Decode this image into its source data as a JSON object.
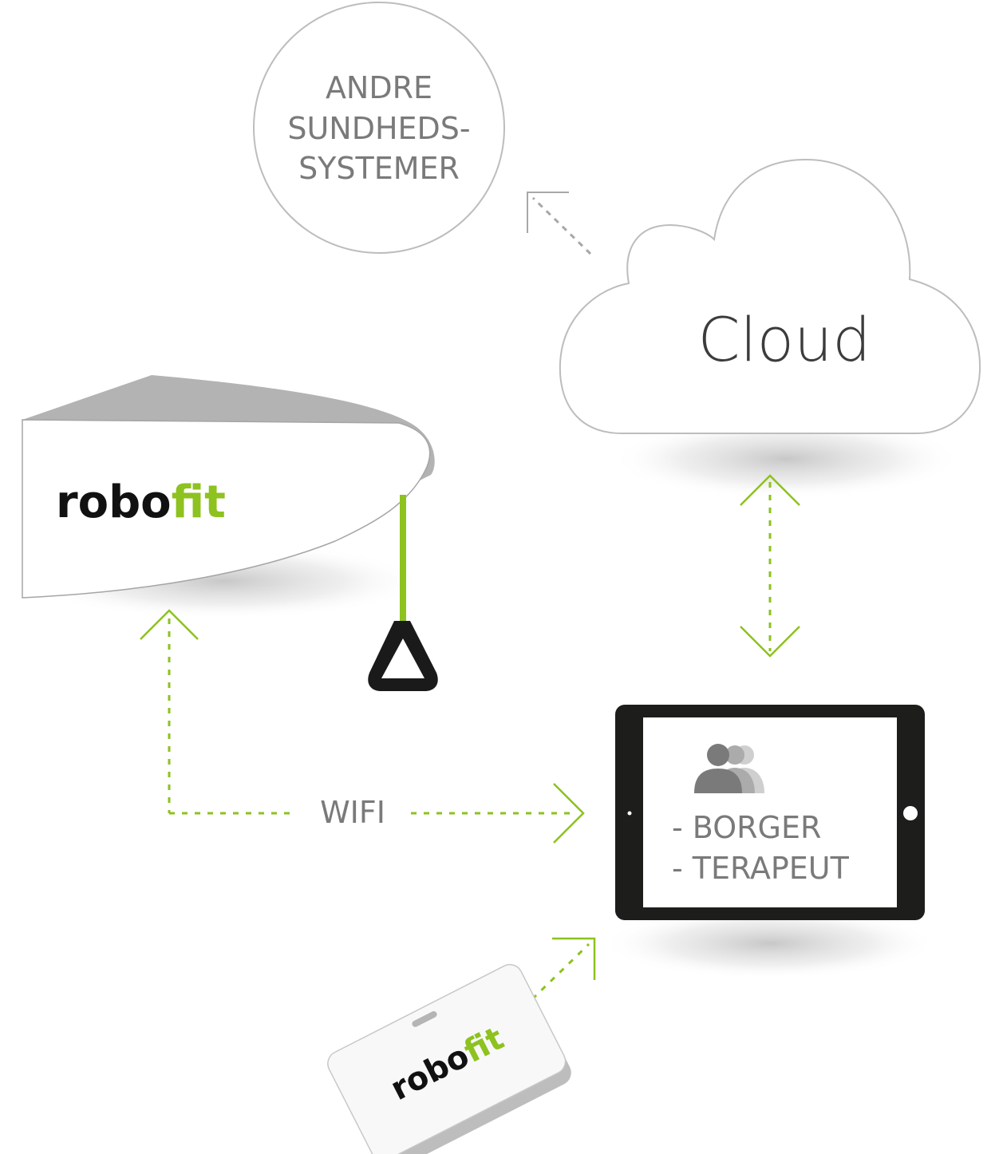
{
  "other_systems": {
    "lines": [
      "ANDRE",
      "SUNDHEDS-",
      "SYSTEMER"
    ]
  },
  "cloud": {
    "label": "Cloud"
  },
  "robot": {
    "logo_prefix": "robo",
    "logo_suffix": "fit"
  },
  "connection": {
    "label": "WIFI"
  },
  "tablet": {
    "users_icon": "users-icon",
    "lines": [
      "- BORGER",
      "- TERAPEUT"
    ]
  },
  "tag": {
    "logo_prefix": "robo",
    "logo_suffix": "fit"
  },
  "colors": {
    "accent_green": "#8dc21f",
    "gray_outline": "#bdbdbd",
    "text_gray": "#7a7a7a",
    "tablet_black": "#1d1d1b",
    "logo_black": "#111111"
  }
}
